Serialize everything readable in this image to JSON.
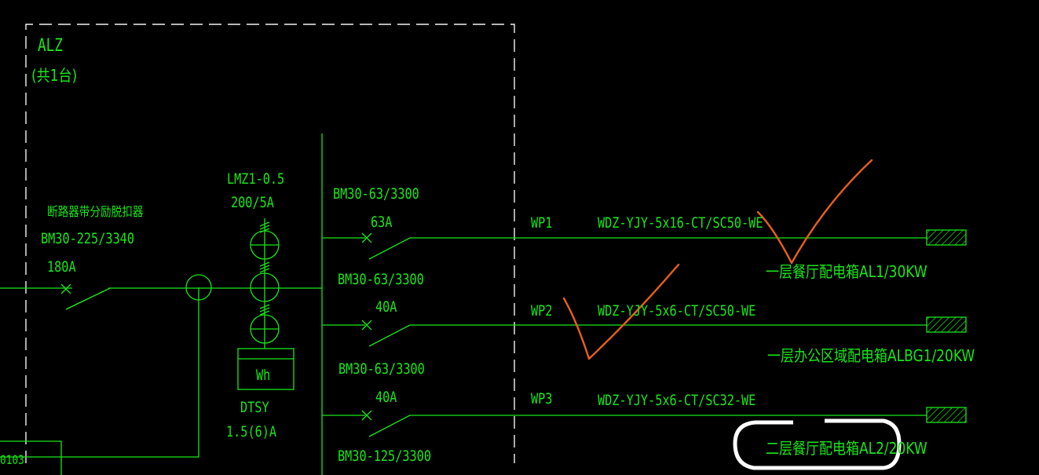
{
  "panel": {
    "name": "ALZ",
    "quantity": "(共1台)"
  },
  "main_breaker": {
    "description": "断路器带分励脱扣器",
    "model": "BM30-225/3340",
    "rating": "180A"
  },
  "current_transformer": {
    "model": "LMZ1-0.5",
    "ratio": "200/5A"
  },
  "meter": {
    "symbol": "Wh",
    "model": "DTSY",
    "rating": "1.5(6)A"
  },
  "left_box_label": "0103",
  "circuits": [
    {
      "breaker_model": "BM30-63/3300",
      "breaker_rating": "63A",
      "circuit_id": "WP1",
      "cable": "WDZ-YJY-5x16-CT/SC50-WE",
      "destination": "一层餐厅配电箱AL1/30KW"
    },
    {
      "breaker_model": "BM30-63/3300",
      "breaker_rating": "40A",
      "circuit_id": "WP2",
      "cable": "WDZ-YJY-5x6-CT/SC50-WE",
      "destination": "一层办公区域配电箱ALBG1/20KW"
    },
    {
      "breaker_model": "BM30-63/3300",
      "breaker_rating": "40A",
      "circuit_id": "WP3",
      "cable": "WDZ-YJY-5x6-CT/SC32-WE",
      "destination": "二层餐厅配电箱AL2/20KW"
    }
  ],
  "next_breaker_model": "BM30-125/3300",
  "colors": {
    "wire": "#19e619",
    "panel_outline": "#f2f2f2",
    "check_marks": "#e8601c",
    "highlight_oval": "#ffffff",
    "background": "#000000"
  }
}
